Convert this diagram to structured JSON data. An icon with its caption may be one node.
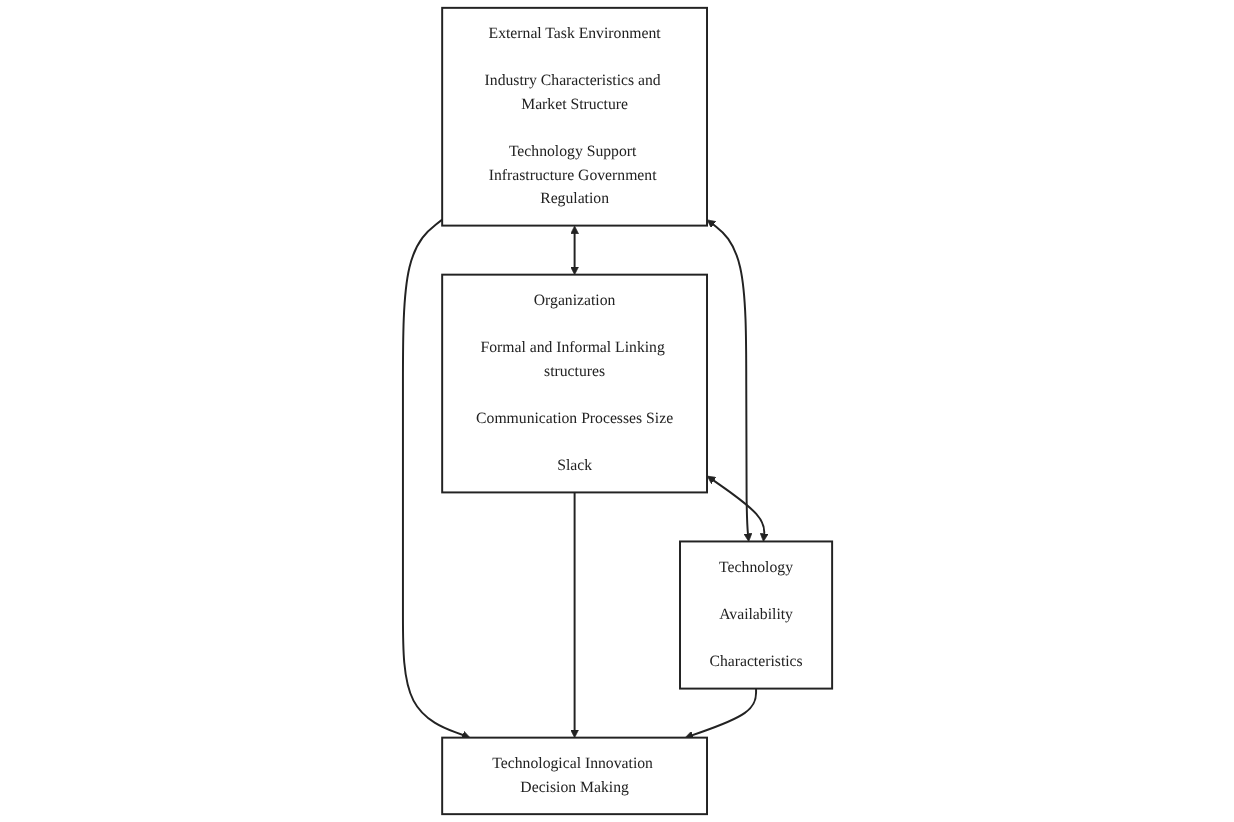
{
  "diagram": {
    "nodes": [
      {
        "text": [
          "External Task Environment",
          "Industry Characteristics and Market Structure",
          "Technology Support Infrastructure Government Regulation"
        ]
      },
      {
        "text": [
          "Organization",
          "Formal and Informal Linking structures",
          "Communication Processes Size",
          "Slack"
        ]
      },
      {
        "text": [
          "Technological Innovation Decision Making"
        ]
      },
      {
        "text": [
          "Technology",
          "Availability",
          "Characteristics"
        ]
      }
    ],
    "edges": [
      {
        "from": 0,
        "to": 1,
        "arrow": "both"
      },
      {
        "from": 0,
        "to": 2,
        "arrow": "to"
      },
      {
        "from": 1,
        "to": 2,
        "arrow": "to"
      },
      {
        "from": 3,
        "to": 2,
        "arrow": "to"
      },
      {
        "from": 0,
        "to": 3,
        "arrow": "both"
      },
      {
        "from": 1,
        "to": 3,
        "arrow": "both"
      }
    ]
  }
}
